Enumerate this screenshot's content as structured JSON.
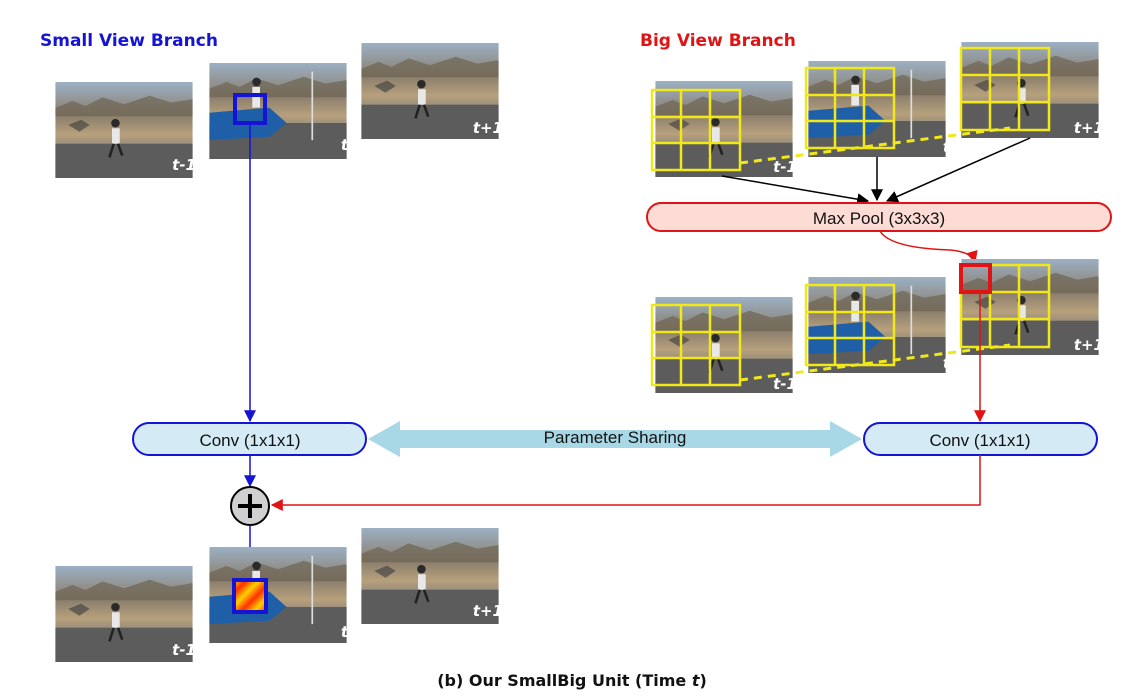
{
  "titles": {
    "small_branch": "Small View Branch",
    "big_branch": "Big View Branch"
  },
  "nodes": {
    "max_pool": "Max Pool (3x3x3)",
    "conv_left": "Conv (1x1x1)",
    "conv_right": "Conv (1x1x1)",
    "parameter_sharing": "Parameter Sharing",
    "sum_symbol": "+"
  },
  "frame_labels": {
    "prev": "t-1",
    "cur": "t",
    "next": "t+1"
  },
  "caption": {
    "prefix": "(b) Our SmallBig Unit (Time ",
    "var": "t",
    "suffix": ")"
  },
  "colors": {
    "small_branch": "#1414d2",
    "big_branch": "#e01414",
    "node_fill_conv": "#d4ebf5",
    "node_fill_pool": "#fcdcd4",
    "sharing_arrow": "#a8d8e6",
    "grid": "#f0e818"
  }
}
